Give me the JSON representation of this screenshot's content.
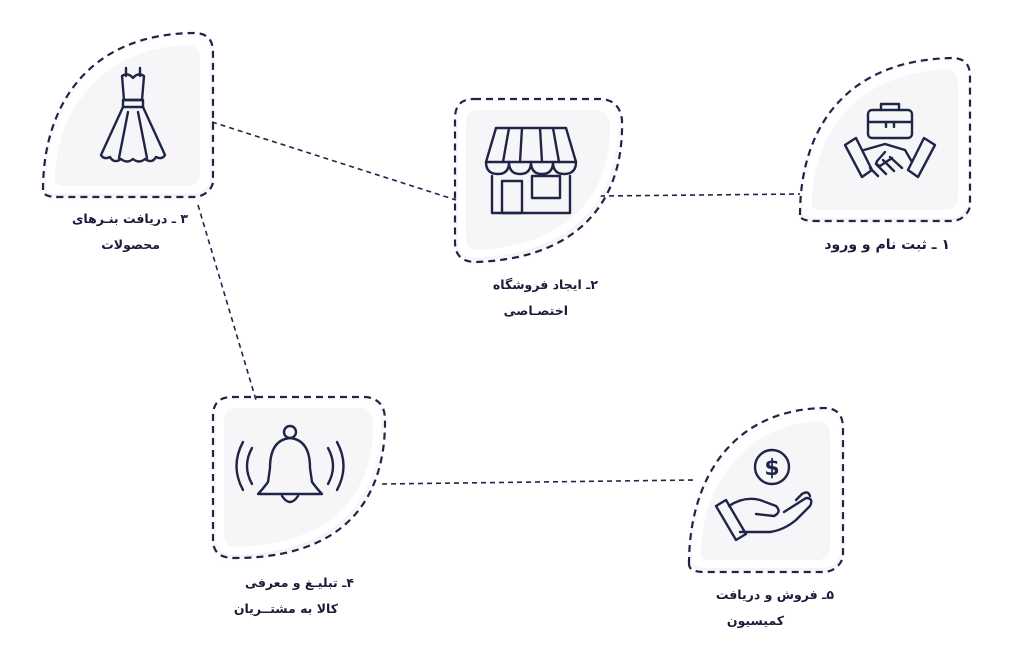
{
  "steps": [
    {
      "id": "signup",
      "icon": "handshake-briefcase-icon",
      "line1": "۱ ـ ثبت نام و ورود",
      "line2": ""
    },
    {
      "id": "create-shop",
      "icon": "storefront-icon",
      "line1": "۲ـ ایجاد فروشگاه",
      "line2": "اختصـاصی"
    },
    {
      "id": "banners",
      "icon": "dress-icon",
      "line1": "۳ ـ دریافت بنـرهای",
      "line2": "محصولات"
    },
    {
      "id": "promote",
      "icon": "bell-icon",
      "line1": "۴ـ تبلیـغ و معرفی",
      "line2": "کالا به مشتــریان"
    },
    {
      "id": "commission",
      "icon": "hand-dollar-icon",
      "line1": "۵ـ فروش و دریافت",
      "line2": "کمیسیون"
    }
  ],
  "colors": {
    "stroke": "#1f2547",
    "card": "#ffffff",
    "card_inner": "#f6f6f8",
    "text": "#1a1d3a"
  },
  "icon_glyphs": {
    "dollar": "$"
  }
}
